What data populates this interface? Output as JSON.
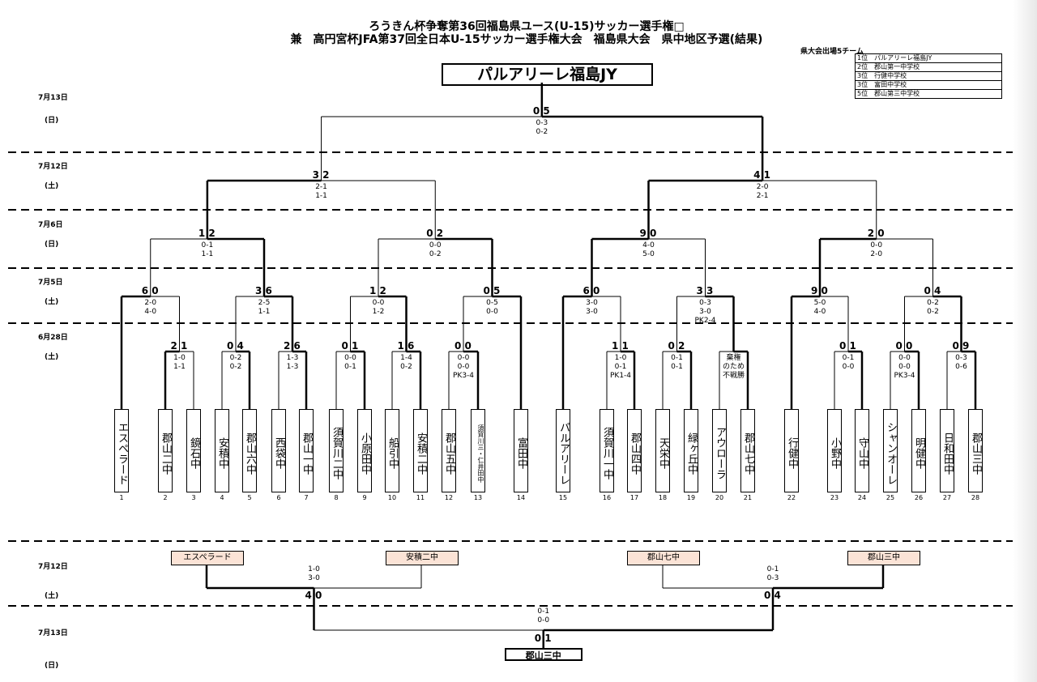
{
  "title": {
    "line1": "ろうきん杯争奪第36回福島県ユース(U-15)サッカー選手権□",
    "line2": "兼　高円宮杯JFA第37回全日本U-15サッカー選手権大会　福島県大会　県中地区予選(結果)"
  },
  "champion": "パルアリーレ福島JY",
  "ranking": {
    "header": "県大会出場5チーム",
    "rows": [
      "1位　パルアリーレ福島JY",
      "2位　郡山第一中学校",
      "3位　行健中学校",
      "3位　富田中学校",
      "5位　郡山第三中学校"
    ]
  },
  "dates": [
    {
      "date": "7月13日",
      "dow": "(日)"
    },
    {
      "date": "7月12日",
      "dow": "(土)"
    },
    {
      "date": "7月6日",
      "dow": "(日)"
    },
    {
      "date": "7月5日",
      "dow": "(土)"
    },
    {
      "date": "6月28日",
      "dow": "(土)"
    },
    {
      "date": "7月12日",
      "dow": "(土)"
    },
    {
      "date": "7月13日",
      "dow": "(日)"
    }
  ],
  "teams": [
    {
      "no": "1",
      "name": "エスペラード"
    },
    {
      "no": "2",
      "name": "郡山二中"
    },
    {
      "no": "3",
      "name": "鏡石中"
    },
    {
      "no": "4",
      "name": "安積中"
    },
    {
      "no": "5",
      "name": "郡山六中"
    },
    {
      "no": "6",
      "name": "西袋中"
    },
    {
      "no": "7",
      "name": "郡山一中"
    },
    {
      "no": "8",
      "name": "須賀川二中"
    },
    {
      "no": "9",
      "name": "小原田中"
    },
    {
      "no": "10",
      "name": "船引中"
    },
    {
      "no": "11",
      "name": "安積二中"
    },
    {
      "no": "12",
      "name": "郡山五中"
    },
    {
      "no": "13",
      "name": "須賀川三・仁井田中"
    },
    {
      "no": "14",
      "name": "富田中"
    },
    {
      "no": "15",
      "name": "パルアリーレ"
    },
    {
      "no": "16",
      "name": "須賀川一中"
    },
    {
      "no": "17",
      "name": "郡山四中"
    },
    {
      "no": "18",
      "name": "天栄中"
    },
    {
      "no": "19",
      "name": "緑ヶ丘中"
    },
    {
      "no": "20",
      "name": "アウローラ"
    },
    {
      "no": "21",
      "name": "郡山七中"
    },
    {
      "no": "22",
      "name": "行健中"
    },
    {
      "no": "23",
      "name": "小野中"
    },
    {
      "no": "24",
      "name": "守山中"
    },
    {
      "no": "25",
      "name": "シャンオーレ"
    },
    {
      "no": "26",
      "name": "明健中"
    },
    {
      "no": "27",
      "name": "日和田中"
    },
    {
      "no": "28",
      "name": "郡山三中"
    }
  ],
  "r1": [
    {
      "s": "2 1",
      "d": "1-0\n1-1"
    },
    {
      "s": "0 4",
      "d": "0-2\n0-2"
    },
    {
      "s": "2 6",
      "d": "1-3\n1-3"
    },
    {
      "s": "0 1",
      "d": "0-0\n0-1"
    },
    {
      "s": "1 6",
      "d": "1-4\n0-2"
    },
    {
      "s": "0 0",
      "d": "0-0\n0-0\nPK3-4"
    },
    {
      "s": "1 1",
      "d": "1-0\n0-1\nPK1-4"
    },
    {
      "s": "0 2",
      "d": "0-1\n0-1"
    },
    {
      "s": "",
      "d": "棄権\nのため\n不戦勝"
    },
    {
      "s": "0 1",
      "d": "0-1\n0-0"
    },
    {
      "s": "0 0",
      "d": "0-0\n0-0\nPK3-4"
    },
    {
      "s": "0 9",
      "d": "0-3\n0-6"
    }
  ],
  "r2": [
    {
      "s": "6 0",
      "d": "2-0\n4-0"
    },
    {
      "s": "3 6",
      "d": "2-5\n1-1"
    },
    {
      "s": "1 2",
      "d": "0-0\n1-2"
    },
    {
      "s": "0 5",
      "d": "0-5\n0-0"
    },
    {
      "s": "6 0",
      "d": "3-0\n3-0"
    },
    {
      "s": "3 3",
      "d": "0-3\n3-0\nPK2-4"
    },
    {
      "s": "9 0",
      "d": "5-0\n4-0"
    },
    {
      "s": "0 4",
      "d": "0-2\n0-2"
    }
  ],
  "r3": [
    {
      "s": "1 2",
      "d": "0-1\n1-1"
    },
    {
      "s": "0 2",
      "d": "0-0\n0-2"
    },
    {
      "s": "9 0",
      "d": "4-0\n5-0"
    },
    {
      "s": "2 0",
      "d": "0-0\n2-0"
    }
  ],
  "r4": [
    {
      "s": "3 2",
      "d": "2-1\n1-1"
    },
    {
      "s": "4 1",
      "d": "2-0\n2-1"
    }
  ],
  "final": {
    "s": "0 5",
    "d": "0-3\n0-2"
  },
  "consolation": {
    "teams": [
      "エスペラード",
      "安積二中",
      "郡山七中",
      "郡山三中"
    ],
    "semi1": {
      "s": "4 0",
      "d": "1-0\n3-0"
    },
    "semi2": {
      "s": "0 4",
      "d": "0-1\n0-3"
    },
    "final": {
      "s": "0 1",
      "d": "0-1\n0-0"
    },
    "winner": "郡山三中"
  }
}
